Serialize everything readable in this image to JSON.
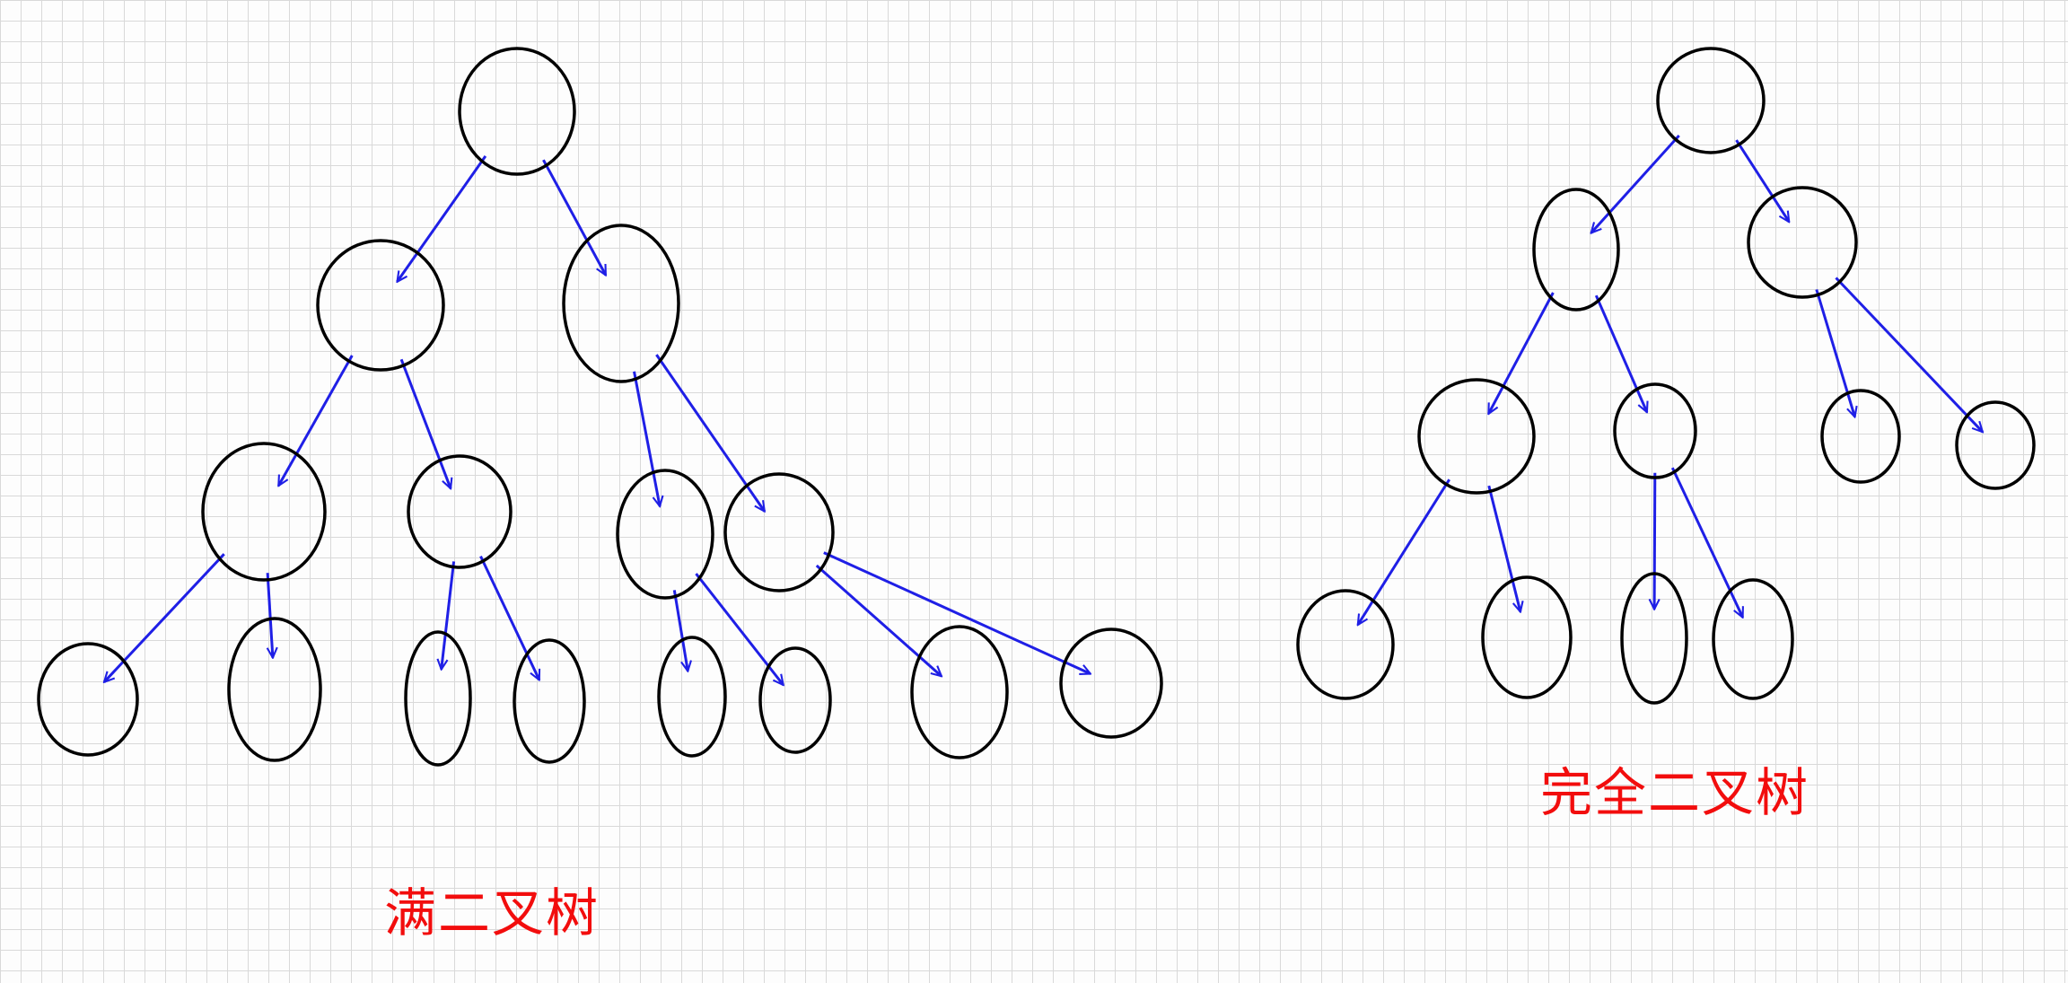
{
  "colors": {
    "node_stroke": "#000000",
    "edge": "#1f1fe6",
    "caption": "#f20d0d",
    "grid": "#d9d9d9",
    "background": "#fdfdfd"
  },
  "diagrams": [
    {
      "id": "full-binary-tree",
      "caption": "满二叉树",
      "node_count": 15,
      "levels": 4,
      "edges": [
        [
          0,
          1
        ],
        [
          0,
          2
        ],
        [
          1,
          3
        ],
        [
          1,
          4
        ],
        [
          2,
          5
        ],
        [
          2,
          6
        ],
        [
          3,
          7
        ],
        [
          3,
          8
        ],
        [
          4,
          9
        ],
        [
          4,
          10
        ],
        [
          5,
          11
        ],
        [
          5,
          12
        ],
        [
          6,
          13
        ],
        [
          6,
          14
        ]
      ]
    },
    {
      "id": "complete-binary-tree",
      "caption": "完全二叉树",
      "node_count": 11,
      "levels": 4,
      "edges": [
        [
          0,
          1
        ],
        [
          0,
          2
        ],
        [
          1,
          3
        ],
        [
          1,
          4
        ],
        [
          2,
          5
        ],
        [
          2,
          6
        ],
        [
          3,
          7
        ],
        [
          3,
          8
        ],
        [
          4,
          9
        ],
        [
          4,
          10
        ]
      ]
    }
  ]
}
